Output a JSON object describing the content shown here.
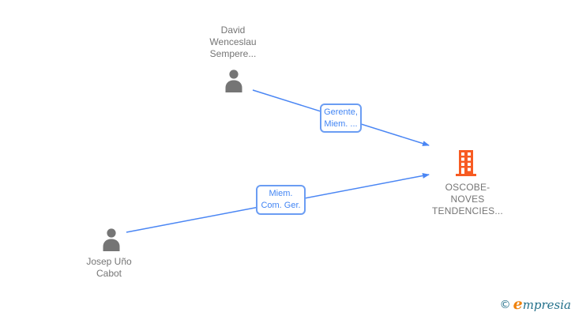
{
  "colors": {
    "background": "#ffffff",
    "accent_blue": "#4a86f4",
    "label_text_blue": "#4285f4",
    "label_border_blue": "#6b9df3",
    "node_gray": "#757575",
    "building_orange": "#f75b22",
    "logo_teal": "#23708a",
    "logo_orange": "#ef820d"
  },
  "nodes": {
    "david": {
      "lines": [
        "David",
        "Wenceslau",
        "Sempere..."
      ]
    },
    "josep": {
      "lines": [
        "Josep Uño",
        "Cabot"
      ]
    },
    "company": {
      "lines": [
        "OSCOBE-",
        "NOVES",
        "TENDENCIES..."
      ]
    }
  },
  "edges": {
    "david_to_company": {
      "label_lines": [
        "Gerente,",
        "Miem. ..."
      ]
    },
    "josep_to_company": {
      "label_lines": [
        "Miem.",
        "Com. Ger."
      ]
    }
  },
  "logo": {
    "copyright": "©",
    "brand_initial": "e",
    "brand_rest": "mpresia"
  }
}
